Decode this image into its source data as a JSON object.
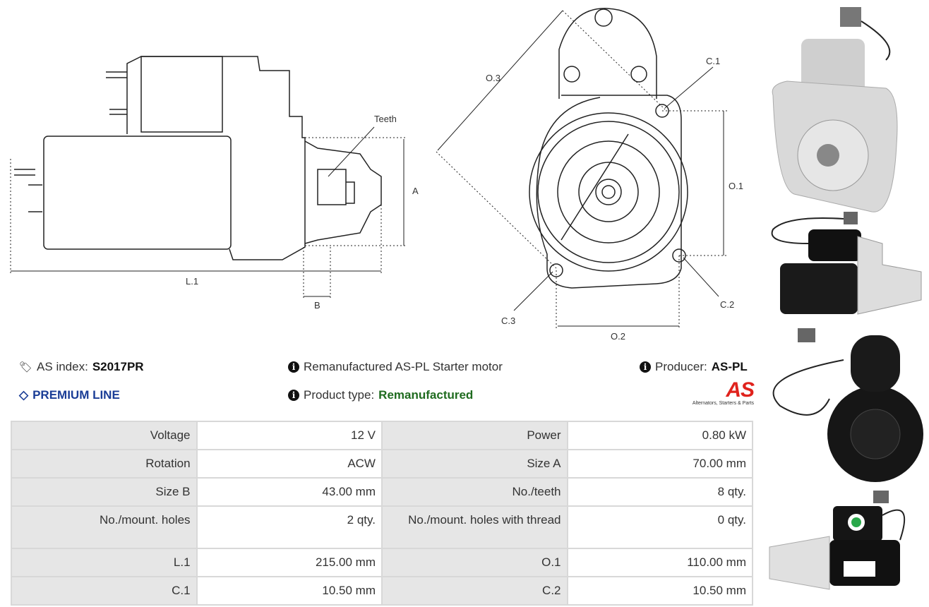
{
  "drawing_side": {
    "teeth": "Teeth",
    "a": "A",
    "l1": "L.1",
    "b": "B"
  },
  "drawing_front": {
    "o3": "O.3",
    "c1": "C.1",
    "o1": "O.1",
    "c2": "C.2",
    "o2": "O.2",
    "c3": "C.3"
  },
  "info": {
    "as_index_label": "AS index:",
    "as_index_value": "S2017PR",
    "premium": "PREMIUM LINE",
    "description": "Remanufactured AS-PL Starter motor",
    "product_type_label": "Product type:",
    "product_type_value": "Remanufactured",
    "producer_label": "Producer:",
    "producer_value": "AS-PL",
    "logo_text": "AS",
    "logo_tagline": "Alternators, Starters & Parts"
  },
  "colors": {
    "premium": "#1a3d96",
    "remanufactured": "#1f6b1f",
    "logo": "#e0221c"
  },
  "specs": [
    [
      {
        "label": "Voltage",
        "value": "12 V"
      },
      {
        "label": "Power",
        "value": "0.80 kW"
      }
    ],
    [
      {
        "label": "Rotation",
        "value": "ACW"
      },
      {
        "label": "Size A",
        "value": "70.00 mm"
      }
    ],
    [
      {
        "label": "Size B",
        "value": "43.00 mm"
      },
      {
        "label": "No./teeth",
        "value": "8 qty."
      }
    ],
    [
      {
        "label": "No./mount. holes",
        "value": "2 qty."
      },
      {
        "label": "No./mount. holes with thread",
        "value": "0 qty."
      }
    ],
    [
      {
        "label": "L.1",
        "value": "215.00 mm"
      },
      {
        "label": "O.1",
        "value": "110.00 mm"
      }
    ],
    [
      {
        "label": "C.1",
        "value": "10.50 mm"
      },
      {
        "label": "C.2",
        "value": "10.50 mm"
      }
    ]
  ]
}
